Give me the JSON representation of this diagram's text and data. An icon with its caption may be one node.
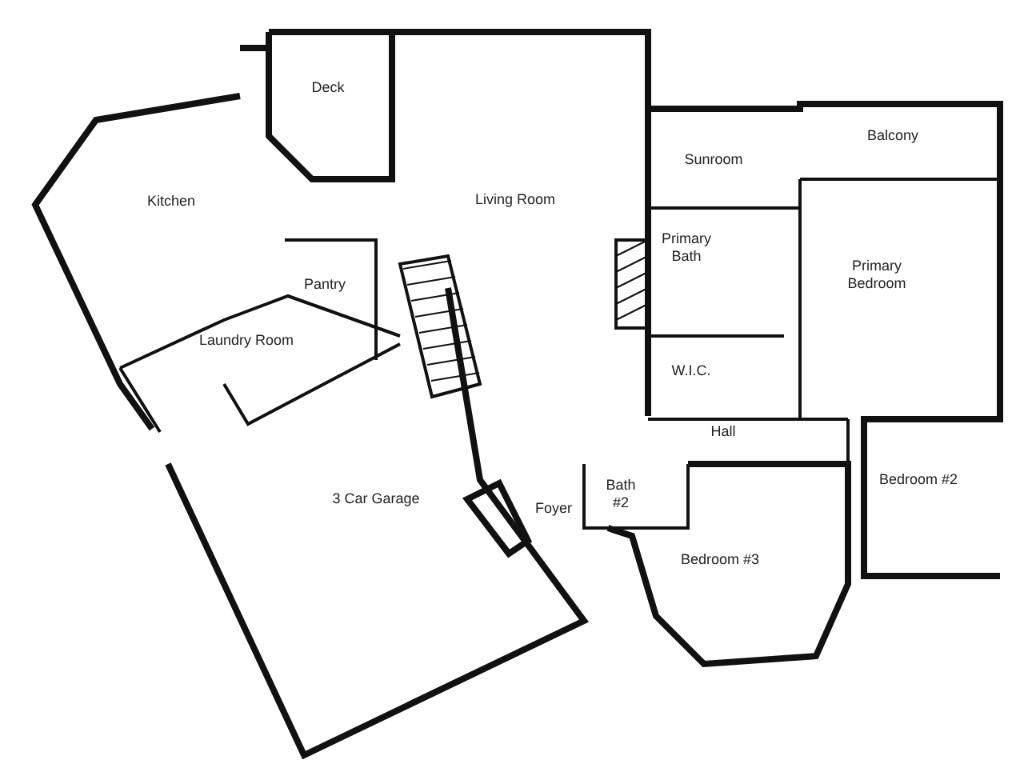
{
  "diagram": {
    "labels": [
      "Deck",
      "Balcony",
      "Sunroom",
      "Living Room",
      "Kitchen",
      "Primary Bath",
      "Primary Bedroom",
      "Pantry",
      "Laundry Room",
      "W.I.C.",
      "Hall",
      "Bedroom #2",
      "Bath #2",
      "3 Car Garage",
      "Foyer",
      "Bedroom #3"
    ]
  }
}
